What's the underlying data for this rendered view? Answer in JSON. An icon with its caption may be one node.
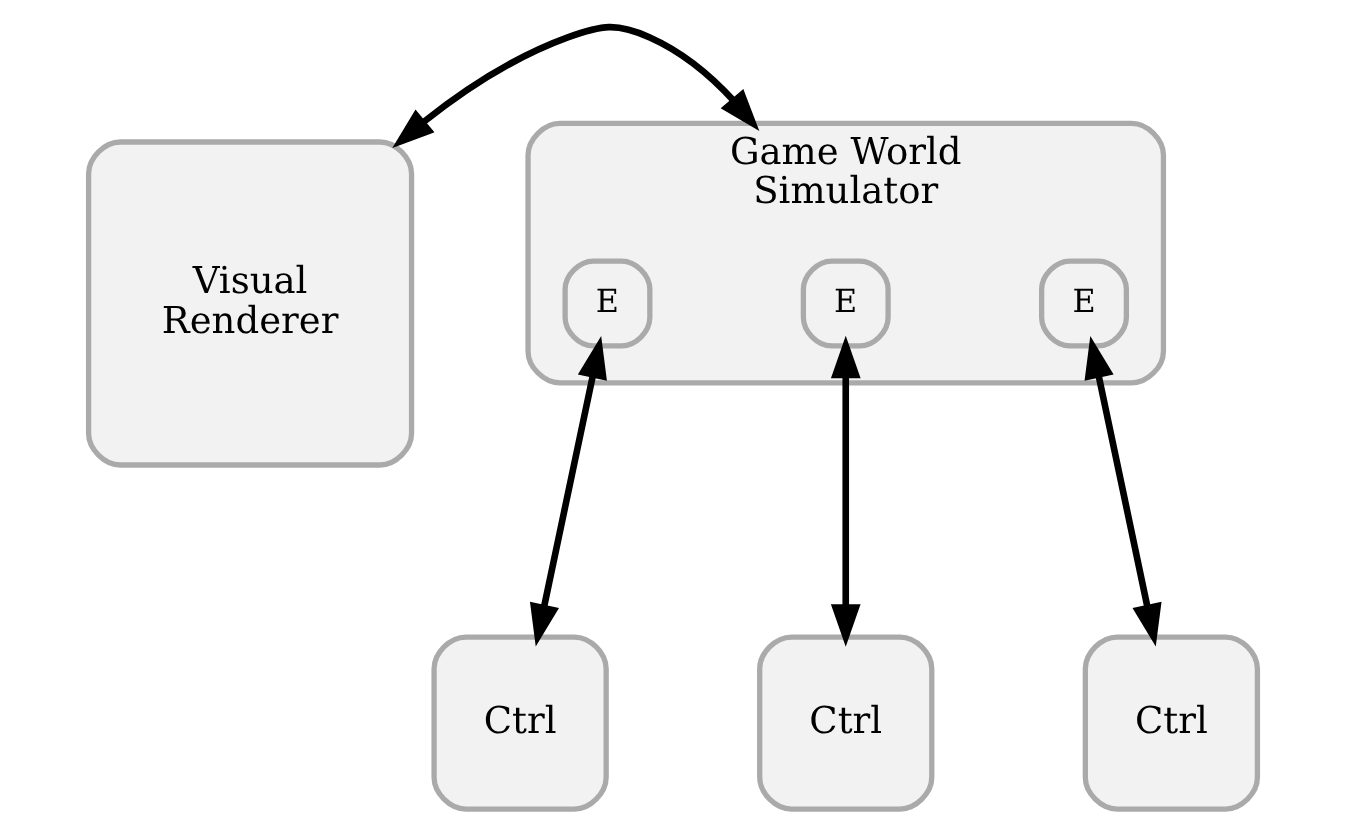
{
  "diagram": {
    "nodes": [
      {
        "text": [
          "Visual Renderer"
        ]
      },
      {
        "text": [
          "Game World Simulator"
        ]
      },
      {
        "text": [
          "E"
        ],
        "in": 1
      },
      {
        "text": [
          "E"
        ],
        "in": 1
      },
      {
        "text": [
          "E"
        ],
        "in": 1
      },
      {
        "text": [
          "Ctrl"
        ]
      },
      {
        "text": [
          "Ctrl"
        ]
      },
      {
        "text": [
          "Ctrl"
        ]
      }
    ],
    "edges": [
      {
        "from": 0,
        "to": 1,
        "arrow": "both"
      },
      {
        "from": 2,
        "to": 5,
        "arrow": "both"
      },
      {
        "from": 3,
        "to": 6,
        "arrow": "both"
      },
      {
        "from": 4,
        "to": 7,
        "arrow": "both"
      }
    ]
  }
}
